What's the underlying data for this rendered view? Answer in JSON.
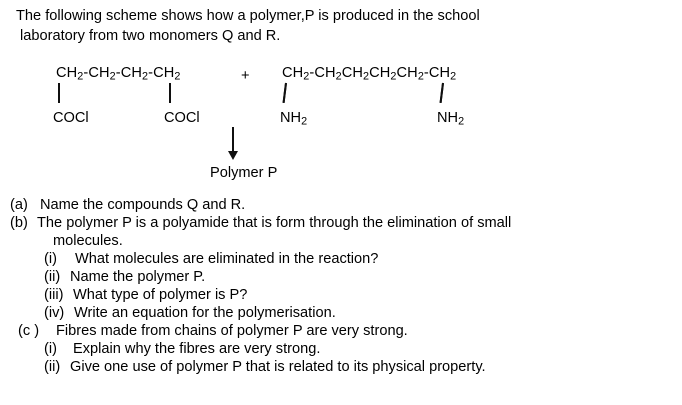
{
  "document": {
    "intro": {
      "line1": "The following scheme shows how a polymer,P is produced in the school",
      "line2": "laboratory from two monomers Q and R."
    },
    "scheme": {
      "plus_sign": "+",
      "monomer_q": {
        "backbone": "CH2-CH2-CH2-CH2",
        "backbone_parts": [
          "CH",
          "2",
          "-CH",
          "2",
          "-CH",
          "2",
          "-CH",
          "2"
        ],
        "end_group_left": "COCl",
        "end_group_right": "COCl"
      },
      "monomer_r": {
        "backbone": "CH2-CH2CH2CH2CH2-CH2",
        "end_group_left": "NH2",
        "end_group_right": "NH2"
      },
      "arrow_icon": "down-arrow-icon",
      "product_label": "Polymer P"
    },
    "questions": [
      {
        "marker": "(a)",
        "text": "Name the compounds Q and R."
      },
      {
        "marker": "(b)",
        "text": "The polymer P is a polyamide that is form through the elimination of small"
      },
      {
        "marker": "",
        "text": "molecules."
      },
      {
        "marker": "(i)",
        "text": "What molecules are eliminated in the reaction?"
      },
      {
        "marker": "(ii)",
        "text": "Name the polymer P."
      },
      {
        "marker": "(iii)",
        "text": "What type of polymer is P?"
      },
      {
        "marker": "(iv)",
        "text": "Write an equation for the polymerisation."
      },
      {
        "marker": "(c )",
        "text": "Fibres made from chains of polymer P are very strong."
      },
      {
        "marker": "(i)",
        "text": "Explain why the fibres are very strong."
      },
      {
        "marker": "(ii)",
        "text": "Give one use of polymer P that is related to its physical property."
      }
    ],
    "colors": {
      "background": "#ffffff",
      "text": "#000000",
      "bond": "#101010"
    }
  }
}
